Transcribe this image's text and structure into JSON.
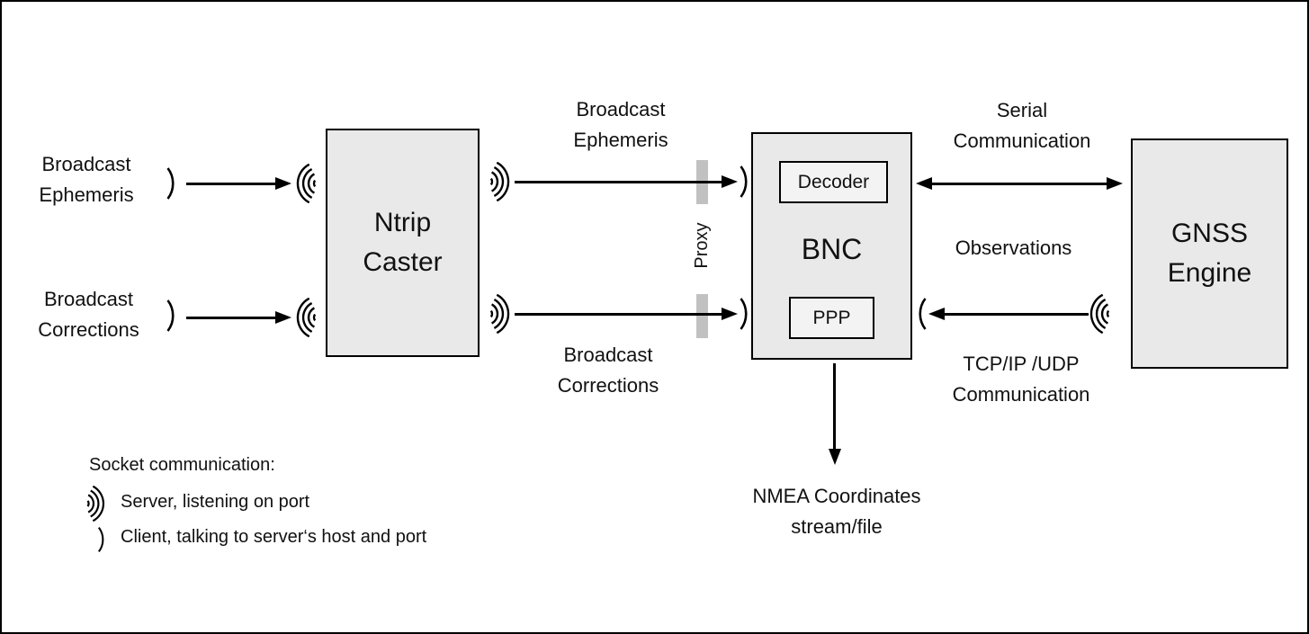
{
  "colors": {
    "box_fill": "#e9e9e9",
    "inner_box_fill": "#f3f3f3",
    "proxy_bar": "#c1c1c1",
    "line": "#000000",
    "text": "#111111"
  },
  "boxes": {
    "ntrip_caster": "Ntrip\nCaster",
    "bnc": "BNC",
    "decoder": "Decoder",
    "ppp": "PPP",
    "gnss_engine": "GNSS\nEngine"
  },
  "labels": {
    "broadcast_ephemeris_left": "Broadcast\nEphemeris",
    "broadcast_corrections_left": "Broadcast\nCorrections",
    "broadcast_ephemeris_mid": "Broadcast\nEphemeris",
    "broadcast_corrections_mid": "Broadcast\nCorrections",
    "serial_communication": "Serial\nCommunication",
    "observations": "Observations",
    "tcp_udp_communication": "TCP/IP /UDP\nCommunication",
    "nmea_output": "NMEA Coordinates\nstream/file",
    "proxy": "Proxy"
  },
  "legend": {
    "title": "Socket communication:",
    "server_item": "Server, listening on port",
    "client_item": "Client, talking to server‘s host and port",
    "server_glyph": "·)))",
    "client_glyph": ")"
  }
}
